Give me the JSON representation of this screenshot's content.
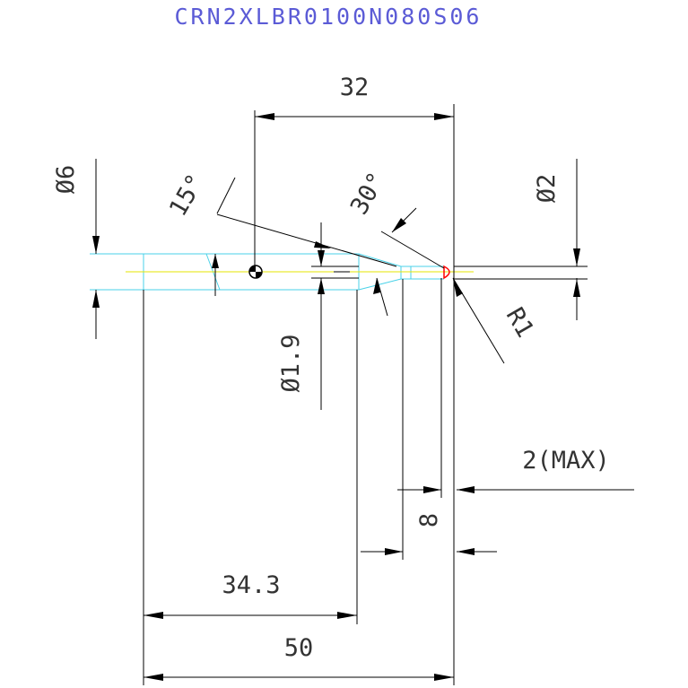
{
  "drawing": {
    "part_number": "CRN2XLBR0100N080S06",
    "colors": {
      "title": "#5b5bd6",
      "lines": "#000000",
      "text": "#333333",
      "tool_outline": "#48d1e8",
      "centerline": "#e6e600",
      "tip": "#ff0000"
    },
    "dimensions": {
      "shank_diameter": "Ø6",
      "overall_neck_length": "32",
      "neck_taper_angle": "15°",
      "tip_angle": "30°",
      "tip_diameter": "Ø2",
      "corner_radius": "R1",
      "neck_diameter": "Ø1.9",
      "max_tip_length": "2(MAX)",
      "flute_length": "8",
      "shank_length": "34.3",
      "overall_length": "50"
    }
  }
}
